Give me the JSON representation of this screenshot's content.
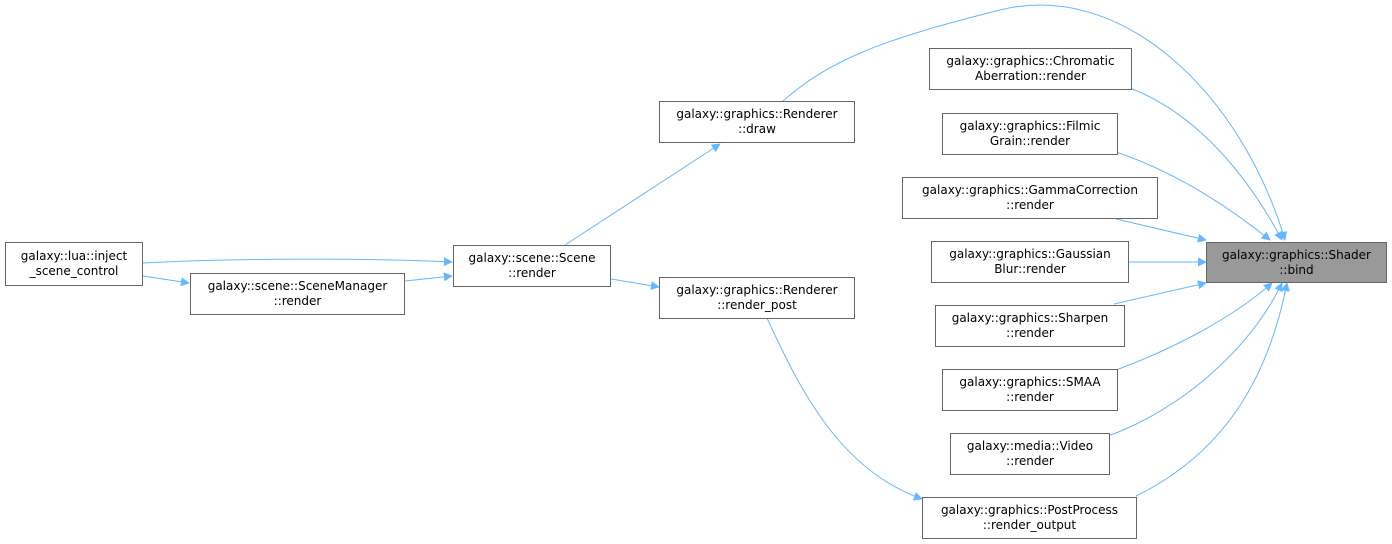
{
  "edge_color": "#63b8ff",
  "node_border_color": "#666666",
  "root_fill_color": "#999999",
  "nodes": {
    "inject": {
      "line1": "galaxy::lua::inject",
      "line2": "_scene_control"
    },
    "scenemanager": {
      "line1": "galaxy::scene::SceneManager",
      "line2": "::render"
    },
    "scene": {
      "line1": "galaxy::scene::Scene",
      "line2": "::render"
    },
    "draw": {
      "line1": "galaxy::graphics::Renderer",
      "line2": "::draw"
    },
    "renderpost": {
      "line1": "galaxy::graphics::Renderer",
      "line2": "::render_post"
    },
    "chromatic": {
      "line1": "galaxy::graphics::Chromatic",
      "line2": "Aberration::render"
    },
    "filmic": {
      "line1": "galaxy::graphics::Filmic",
      "line2": "Grain::render"
    },
    "gamma": {
      "line1": "galaxy::graphics::GammaCorrection",
      "line2": "::render"
    },
    "gaussian": {
      "line1": "galaxy::graphics::Gaussian",
      "line2": "Blur::render"
    },
    "sharpen": {
      "line1": "galaxy::graphics::Sharpen",
      "line2": "::render"
    },
    "smaa": {
      "line1": "galaxy::graphics::SMAA",
      "line2": "::render"
    },
    "video": {
      "line1": "galaxy::media::Video",
      "line2": "::render"
    },
    "postprocess": {
      "line1": "galaxy::graphics::PostProcess",
      "line2": "::render_output"
    },
    "shader": {
      "line1": "galaxy::graphics::Shader",
      "line2": "::bind"
    }
  }
}
